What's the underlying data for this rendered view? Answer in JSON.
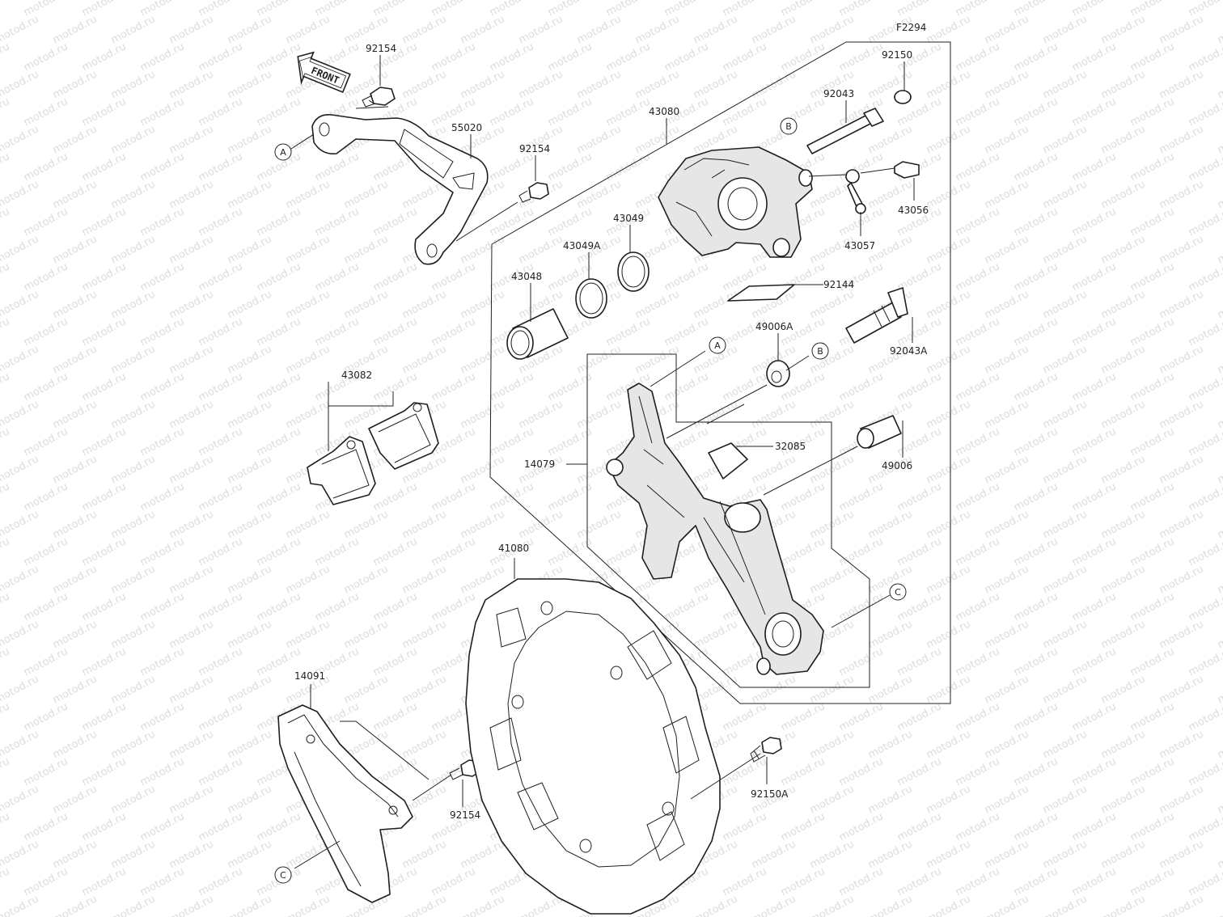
{
  "figure_code": "F2294",
  "watermark": "motod.ru",
  "front_arrow": "FRONT",
  "parts": [
    {
      "id": "p92154a",
      "number": "92154"
    },
    {
      "id": "p55020",
      "number": "55020"
    },
    {
      "id": "p92154b",
      "number": "92154"
    },
    {
      "id": "p43080",
      "number": "43080"
    },
    {
      "id": "p92150",
      "number": "92150"
    },
    {
      "id": "p92043",
      "number": "92043"
    },
    {
      "id": "p43056",
      "number": "43056"
    },
    {
      "id": "p43057",
      "number": "43057"
    },
    {
      "id": "p43049",
      "number": "43049"
    },
    {
      "id": "p43049A",
      "number": "43049A"
    },
    {
      "id": "p43048",
      "number": "43048"
    },
    {
      "id": "p92144",
      "number": "92144"
    },
    {
      "id": "p49006A",
      "number": "49006A"
    },
    {
      "id": "p92043A",
      "number": "92043A"
    },
    {
      "id": "p43082",
      "number": "43082"
    },
    {
      "id": "p32085",
      "number": "32085"
    },
    {
      "id": "p49006",
      "number": "49006"
    },
    {
      "id": "p14079",
      "number": "14079"
    },
    {
      "id": "p41080",
      "number": "41080"
    },
    {
      "id": "p14091",
      "number": "14091"
    },
    {
      "id": "p92154c",
      "number": "92154"
    },
    {
      "id": "p92150A",
      "number": "92150A"
    }
  ],
  "connectors": [
    {
      "id": "cA1",
      "letter": "A"
    },
    {
      "id": "cA2",
      "letter": "A"
    },
    {
      "id": "cB1",
      "letter": "B"
    },
    {
      "id": "cB2",
      "letter": "B"
    },
    {
      "id": "cC1",
      "letter": "C"
    },
    {
      "id": "cC2",
      "letter": "C"
    }
  ]
}
